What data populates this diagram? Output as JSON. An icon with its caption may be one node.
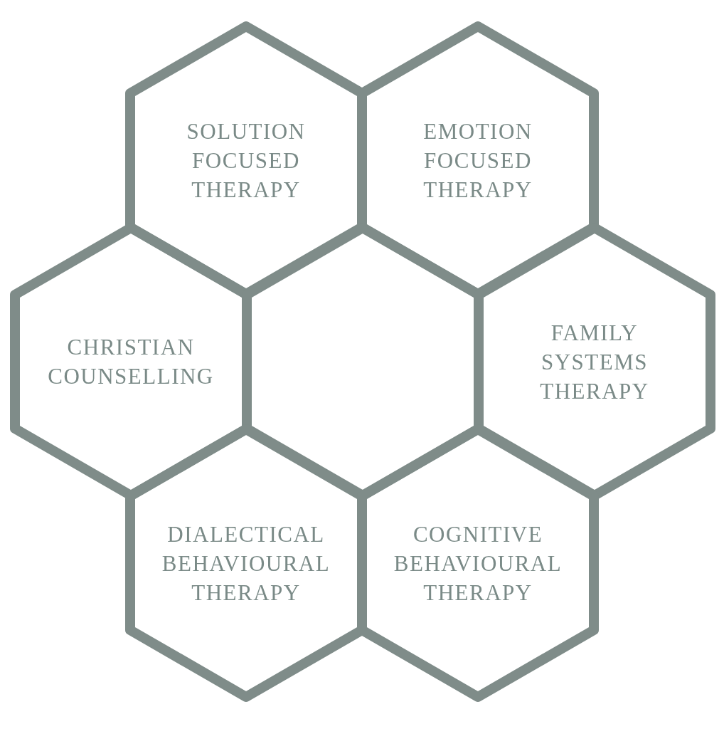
{
  "diagram": {
    "nodes": [
      {
        "text": [
          "SOLUTION FOCUSED THERAPY"
        ]
      },
      {
        "text": [
          "EMOTION FOCUSED THERAPY"
        ]
      },
      {
        "text": [
          "CHRISTIAN COUNSELLING"
        ]
      },
      {
        "text": [],
        "shape": "hexagon"
      },
      {
        "text": [
          "FAMILY SYSTEMS THERAPY"
        ]
      },
      {
        "text": [
          "DIALECTICAL BEHAVIOURAL THERAPY"
        ]
      },
      {
        "text": [
          "COGNITIVE BEHAVIOURAL THERAPY"
        ]
      }
    ]
  }
}
